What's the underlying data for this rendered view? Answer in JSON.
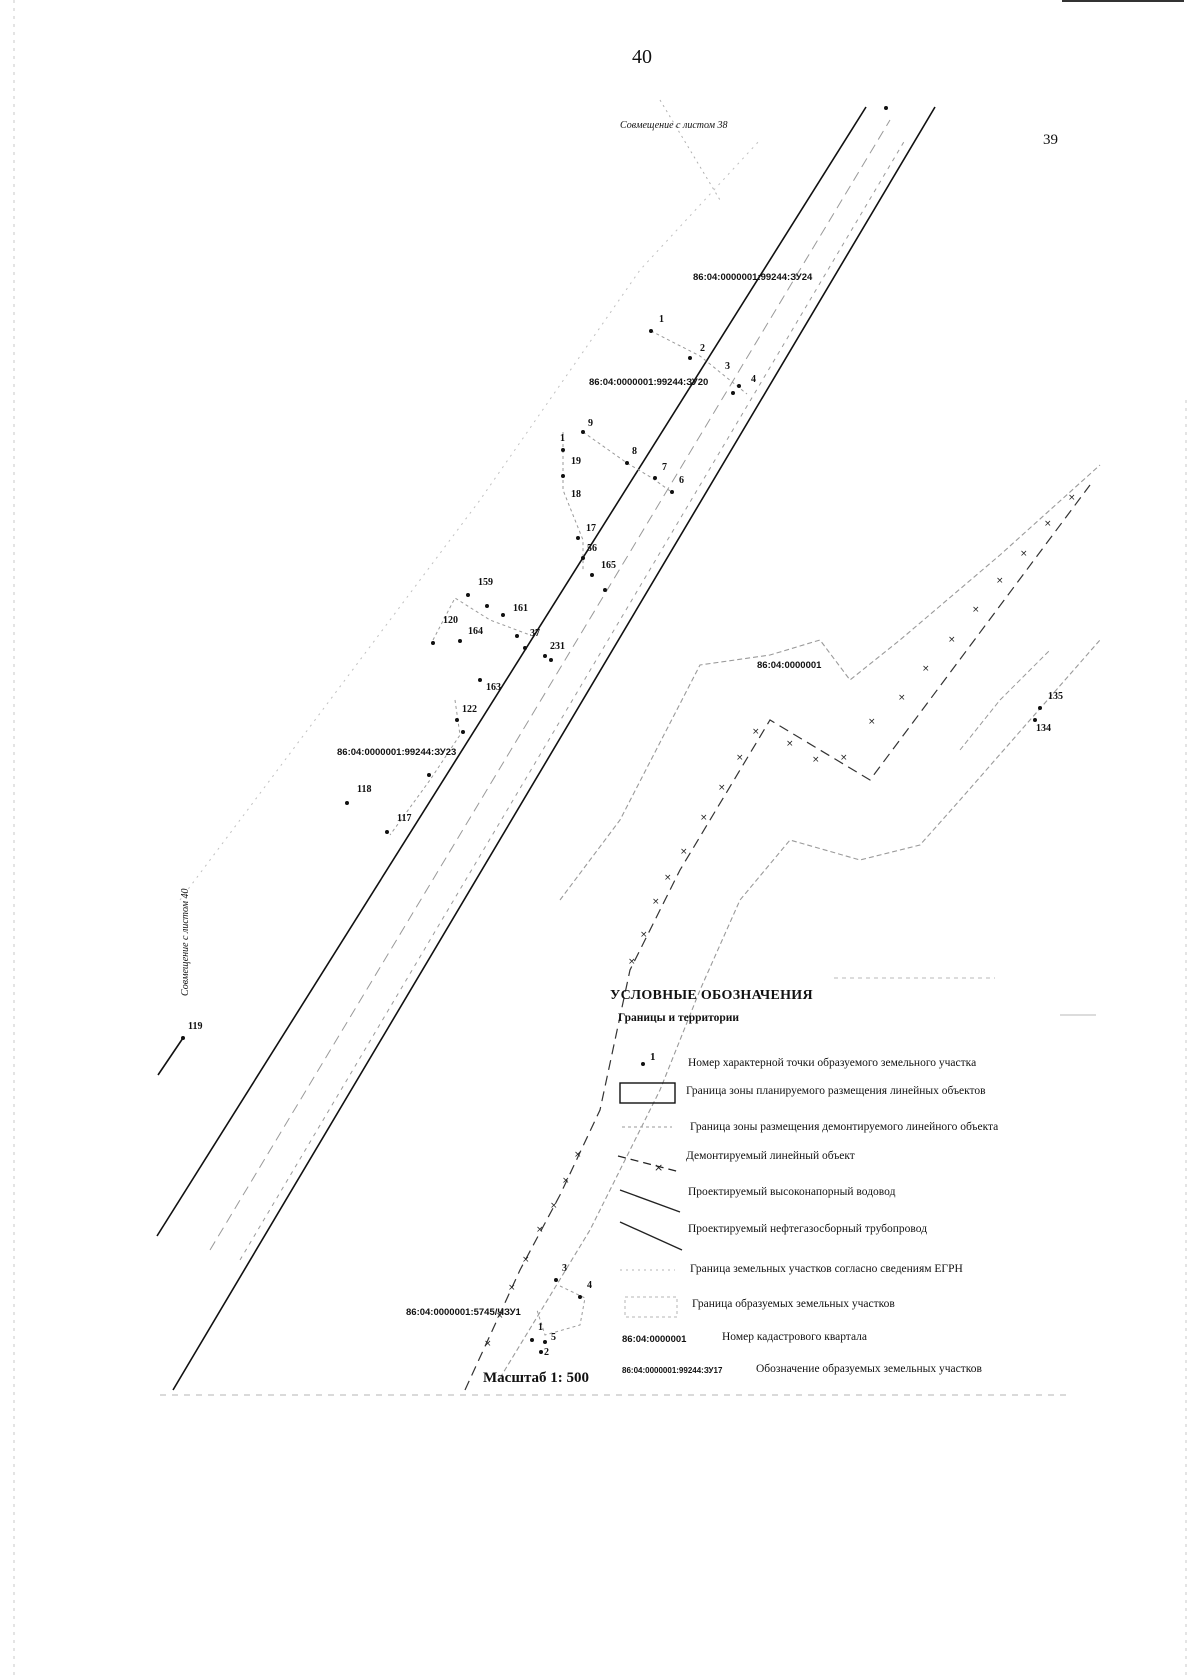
{
  "page_number": "40",
  "sheet_number": "39",
  "match_top": "Совмещение с листом 38",
  "match_left": "Совмещение с листом 40",
  "parcels": {
    "zu24": "86:04:0000001:99244:ЗУ24",
    "zu20": "86:04:0000001:99244:ЗУ20",
    "zu23": "86:04:0000001:99244:ЗУ23",
    "chzu1": "86:04:0000001:5745/ЧЗУ1",
    "block": "86:04:0000001"
  },
  "point_labels": {
    "p1a": "1",
    "p2a": "2",
    "p3a": "3",
    "p4a": "4",
    "p9": "9",
    "p1b": "1",
    "p19": "19",
    "p8": "8",
    "p7": "7",
    "p6": "6",
    "p18": "18",
    "p17": "17",
    "p56": "56",
    "p165": "165",
    "p159": "159",
    "p161": "161",
    "p120": "120",
    "p164": "164",
    "p37": "37",
    "p231": "231",
    "p163": "163",
    "p122": "122",
    "p118": "118",
    "p117": "117",
    "p119": "119",
    "p135": "135",
    "p134": "134",
    "p3c": "3",
    "p4c": "4",
    "p1c": "1",
    "p5c": "5",
    "p2c": "2"
  },
  "legend": {
    "title": "УСЛОВНЫЕ ОБОЗНАЧЕНИЯ",
    "subtitle": "Границы и территории",
    "point_sample": "1",
    "items": [
      "Номер характерной точки образуемого земельного участка",
      "Граница зоны планируемого размещения линейных объектов",
      "Граница зоны размещения демонтируемого линейного объекта",
      "Демонтируемый линейный объект",
      "Проектируемый высоконапорный водовод",
      "Проектируемый нефтегазосборный трубопровод",
      "Граница земельных участков согласно сведениям ЕГРН",
      "Граница образуемых земельных участков",
      "Номер кадастрового квартала",
      "Обозначение образуемых земельных участков"
    ],
    "block_sample": "86:04:0000001",
    "parcel_sample": "86:04:0000001:99244:ЗУ17"
  },
  "scale": "Масштаб 1: 500",
  "colors": {
    "ink": "#111111",
    "faint": "#9a9a9a",
    "grey": "#6e6e6e"
  }
}
